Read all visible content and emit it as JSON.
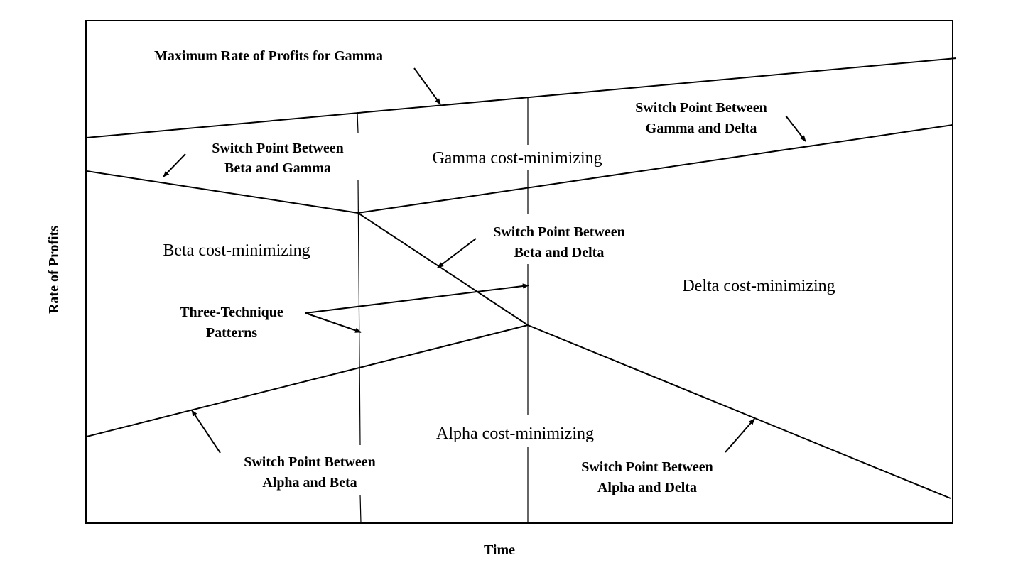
{
  "axes": {
    "x_label": "Time",
    "y_label": "Rate of Profits"
  },
  "regions": {
    "gamma": "Gamma cost-minimizing",
    "beta": "Beta cost-minimizing",
    "delta": "Delta cost-minimizing",
    "alpha": "Alpha cost-minimizing"
  },
  "annotations": {
    "max_gamma": "Maximum Rate of Profits for Gamma",
    "gamma_delta": [
      "Switch Point Between",
      "Gamma and Delta"
    ],
    "beta_gamma": [
      "Switch Point Between",
      "Beta and Gamma"
    ],
    "beta_delta": [
      "Switch Point Between",
      "Beta and Delta"
    ],
    "three_technique": [
      "Three-Technique",
      "Patterns"
    ],
    "alpha_beta": [
      "Switch Point Between",
      "Alpha and Beta"
    ],
    "alpha_delta": [
      "Switch Point Between",
      "Alpha and Delta"
    ]
  }
}
